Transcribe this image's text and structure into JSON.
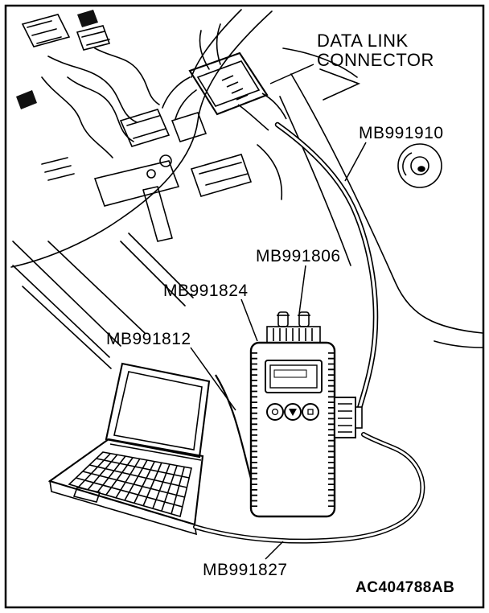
{
  "figure": {
    "labels": {
      "data_link_line1": "DATA LINK",
      "data_link_line2": "CONNECTOR",
      "harness": "MB991910",
      "adapter": "MB991806",
      "tool": "MB991824",
      "cable_b": "MB991812",
      "usb_cable": "MB991827"
    },
    "figure_code": "AC404788AB",
    "colors": {
      "ink": "#000000",
      "paper": "#ffffff"
    }
  }
}
